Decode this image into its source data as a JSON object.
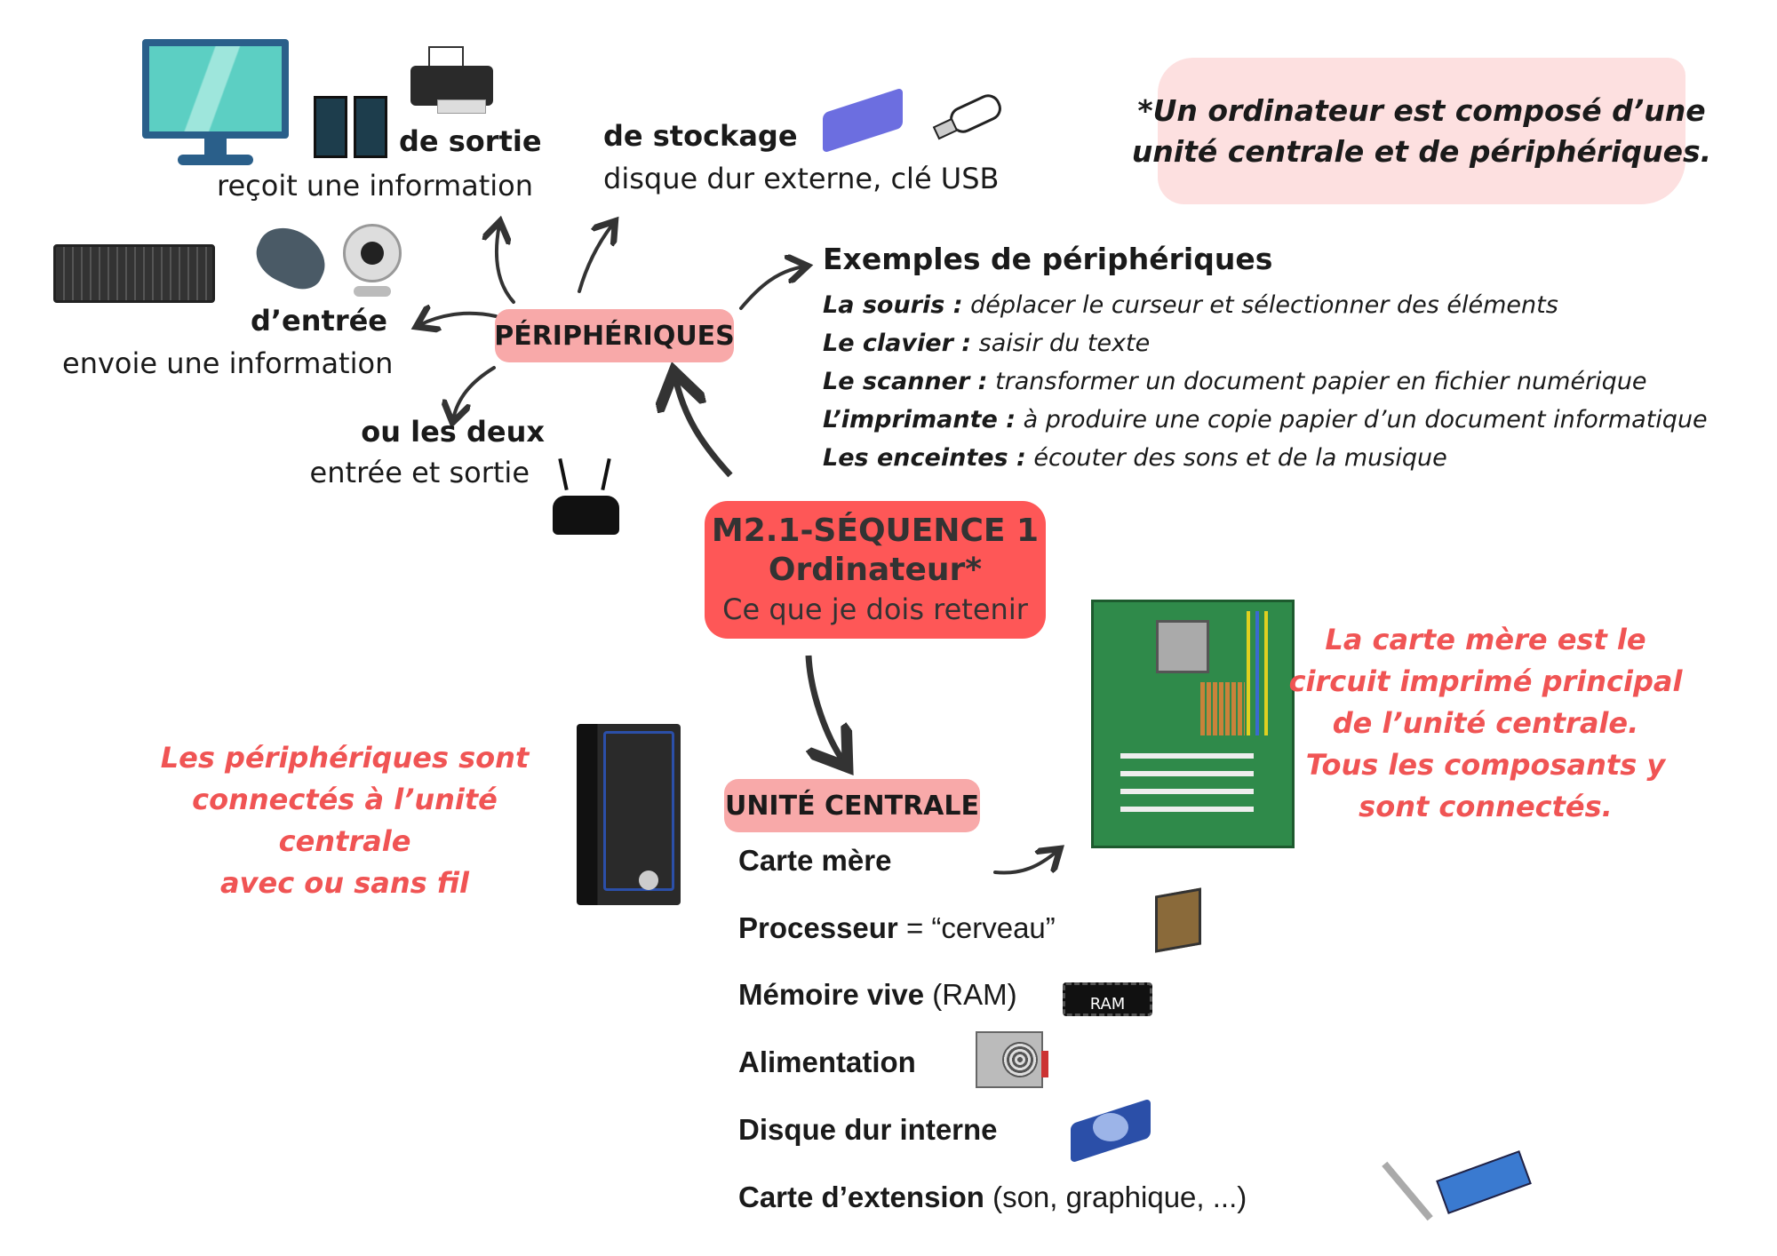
{
  "note": {
    "line1": "*Un ordinateur est composé d’une",
    "line2": "unité centrale et de périphériques."
  },
  "central": {
    "title": "M2.1-SÉQUENCE 1",
    "subtitle": "Ordinateur*",
    "tagline": "Ce que je dois retenir",
    "color": "#fe5757"
  },
  "peripheriques": {
    "label": "PÉRIPHÉRIQUES",
    "sortie": {
      "title": "de sortie",
      "desc": "reçoit une information"
    },
    "stockage": {
      "title": "de stockage",
      "desc": "disque dur externe, clé USB"
    },
    "entree": {
      "title": "d’entrée",
      "desc": "envoie une information"
    },
    "deux": {
      "title": "ou les deux",
      "desc": "entrée et sortie"
    },
    "exemples": {
      "title": "Exemples de périphériques",
      "items": [
        {
          "term": "La souris :",
          "desc": "déplacer le curseur et sélectionner des éléments"
        },
        {
          "term": "Le clavier :",
          "desc": "saisir du texte"
        },
        {
          "term": "Le scanner :",
          "desc": "transformer un document papier en fichier numérique"
        },
        {
          "term": "L’imprimante :",
          "desc": "à produire une copie papier d’un document informatique"
        },
        {
          "term": "Les enceintes :",
          "desc": "écouter des sons et de la musique"
        }
      ]
    }
  },
  "left_note": [
    "Les périphériques sont",
    "connectés à l’unité centrale",
    "avec ou sans fil"
  ],
  "unite_centrale": {
    "label": "UNITÉ CENTRALE",
    "items": [
      {
        "term": "Carte mère",
        "extra": ""
      },
      {
        "term": "Processeur",
        "extra": " = “cerveau”"
      },
      {
        "term": "Mémoire vive",
        "extra": " (RAM)"
      },
      {
        "term": "Alimentation",
        "extra": ""
      },
      {
        "term": "Disque dur interne",
        "extra": ""
      },
      {
        "term": "Carte d’extension",
        "extra": " (son, graphique, ...)"
      }
    ],
    "ram_label": "RAM"
  },
  "right_note": [
    "La carte mère est le",
    "circuit imprimé principal",
    "de l’unité centrale.",
    "Tous les composants y",
    "sont connectés."
  ],
  "colors": {
    "accent_red": "#f05454",
    "pill_pink": "#f8a9a9",
    "note_pink": "#fde0e0"
  }
}
